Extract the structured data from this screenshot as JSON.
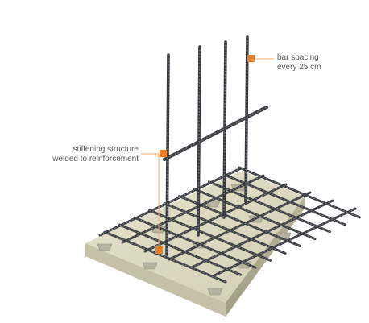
{
  "callouts": {
    "bar_spacing": {
      "line1": "bar spacing",
      "line2": "every 25 cm"
    },
    "stiffening": {
      "line1": "stiffening structure",
      "line2": "welded to reinforcement"
    }
  },
  "colors": {
    "marker": "#ef7d22",
    "leader": "#f4a66b",
    "rebar": "#4a4e52",
    "concrete": "#d9d6bd"
  }
}
